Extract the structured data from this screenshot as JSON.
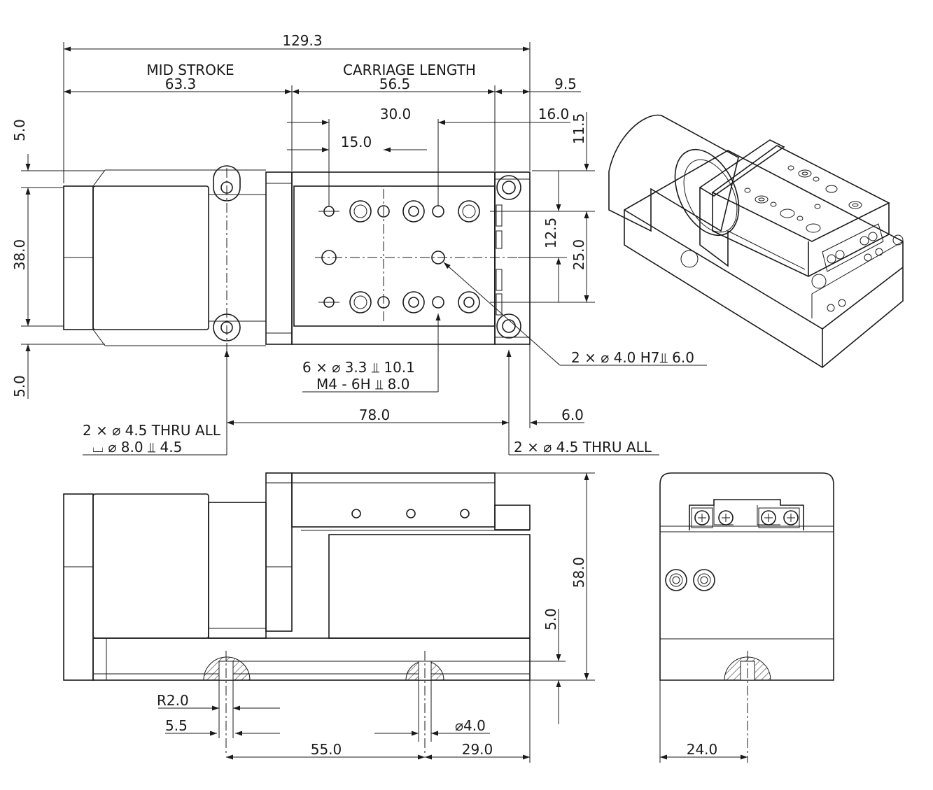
{
  "top_view": {
    "overall_length": "129.3",
    "mid_stroke_label": "MID STROKE",
    "mid_stroke_value": "63.3",
    "carriage_length_label": "CARRIAGE LENGTH",
    "carriage_length_value": "56.5",
    "end_offset": "9.5",
    "hole_pitch_x": "30.0",
    "hole_offset_x": "15.0",
    "pin_offset": "16.0",
    "top_offset": "11.5",
    "left_top_margin": "5.0",
    "width": "38.0",
    "left_bottom_margin": "5.0",
    "pin_spacing": "12.5",
    "hole_spacing_y": "25.0",
    "tapped_holes_line1": "6 × ⌀ 3.3  ⫫ 10.1",
    "tapped_holes_line2": "M4 - 6H ⫫ 8.0",
    "pin_holes": "2 × ⌀ 4.0 H7⫫ 6.0",
    "mount_spacing": "78.0",
    "right_mount_offset": "6.0",
    "left_thru_line1": "2 × ⌀ 4.5 THRU ALL",
    "left_thru_line2": "⌴ ⌀ 8.0  ⫫ 4.5",
    "right_thru": "2 × ⌀ 4.5 THRU ALL"
  },
  "side_view": {
    "height": "58.0",
    "base_thickness": "5.0",
    "radius": "R2.0",
    "slot_width": "5.5",
    "hole_diameter": "⌀4.0",
    "slot_spacing": "55.0",
    "slot_end_offset": "29.0"
  },
  "end_view": {
    "slot_center": "24.0"
  },
  "colors": {
    "line": "#1a1a1a",
    "background": "#ffffff"
  }
}
